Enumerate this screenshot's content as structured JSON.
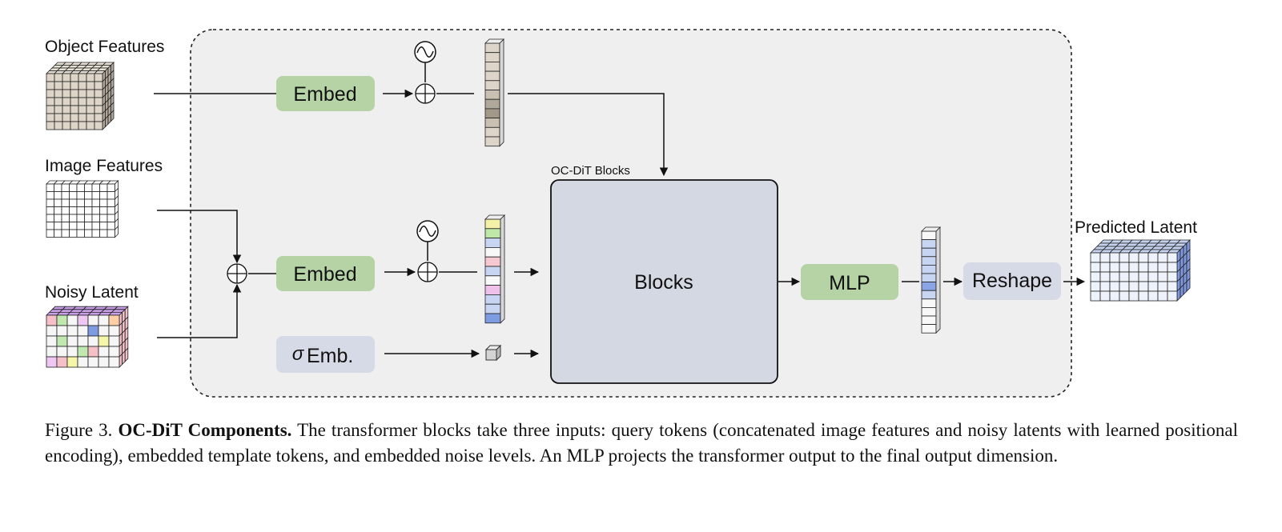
{
  "labels": {
    "object_features": "Object Features",
    "image_features": "Image Features",
    "noisy_latent": "Noisy Latent",
    "predicted_latent": "Predicted Latent",
    "oc_dit_blocks": "OC-DiT Blocks",
    "embed_top": "Embed",
    "embed_mid": "Embed",
    "sigma_symbol": "σ",
    "sigma_emb": "Emb.",
    "blocks": "Blocks",
    "mlp": "MLP",
    "reshape": "Reshape"
  },
  "colors": {
    "panel_bg": "#efefef",
    "embed_green": "#b5d3a5",
    "sigma_box": "#d6dae6",
    "blocks_box": "#d4d8e3",
    "reshape_box": "#d6dae6",
    "object_token": "#ddd5c8",
    "object_token_dark": "#b0a89a",
    "latent_blue": "#c5d2f0",
    "latent_blue_dark": "#7f98e0"
  },
  "caption": {
    "prefix": "Figure 3.",
    "title": "OC-DiT Components.",
    "body": "The transformer blocks take three inputs: query tokens (concatenated image features and noisy latents with learned positional encoding), embedded template tokens, and embedded noise levels. An MLP projects the transformer output to the final output dimension."
  },
  "query_token_colors": [
    "#f4f0a8",
    "#bfe8a8",
    "#c7d4f2",
    "#f8f8f8",
    "#f6c8cf",
    "#c7d4f2",
    "#f8f8f8",
    "#eec0ea",
    "#c7d4f2",
    "#c7d4f2",
    "#7d9be2"
  ],
  "object_token_colors": [
    "#ddd5c8",
    "#ddd5c8",
    "#ddd5c8",
    "#ddd5c8",
    "#ddd5c8",
    "#c9c0b1",
    "#b0a89a",
    "#a29989",
    "#c9c0b1",
    "#ddd5c8",
    "#ddd5c8"
  ],
  "output_token_colors": [
    "#f8f8f8",
    "#c7d4f2",
    "#c7d4f2",
    "#c7d4f2",
    "#c7d4f2",
    "#c7d4f2",
    "#8aa4e6",
    "#c7d4f2",
    "#f8f8f8",
    "#f8f8f8",
    "#f8f8f8",
    "#f8f8f8"
  ],
  "noisy_cell_colors": [
    "#f6c0c8",
    "#c0e8b0",
    "#f6f6f6",
    "#eec8f2",
    "#f6f6f6",
    "#f6f6f6",
    "#ffd0a8",
    "#f6f6f6",
    "#f6f6f6",
    "#f6f6f6",
    "#f6f6f6",
    "#7d9be2",
    "#f6f6f6",
    "#f6f6f6",
    "#f6f6f6",
    "#c0e8b0",
    "#f6f6f6",
    "#f6f6f6",
    "#f6f6f6",
    "#f6f6a8",
    "#f6f6f6",
    "#f6f6f6",
    "#f6f6f6",
    "#f6f6f6",
    "#c0e8b0",
    "#f6c0c8",
    "#f6f6f6",
    "#f6f6f6",
    "#eec8f2",
    "#f6c0c8",
    "#f6f6a8",
    "#f6f6f6",
    "#f6f6f6",
    "#f6f6f6",
    "#f6f6f6"
  ]
}
